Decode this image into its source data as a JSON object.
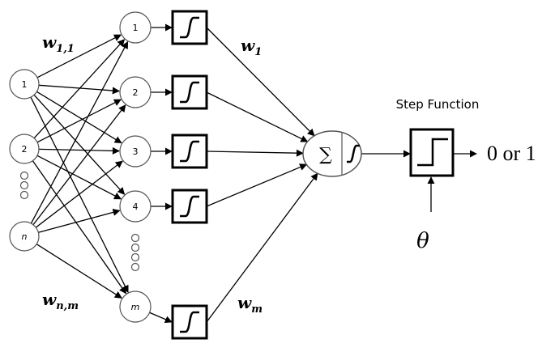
{
  "diagram": {
    "input_nodes": [
      "1",
      "2",
      "n"
    ],
    "input_ellipsis": "…",
    "hidden_nodes": [
      "1",
      "2",
      "3",
      "4",
      "m"
    ],
    "hidden_ellipsis": "…",
    "weight_labels": {
      "w11": {
        "base": "w",
        "sub": "1,1"
      },
      "wnm": {
        "base": "w",
        "sub": "n,m"
      },
      "w1": {
        "base": "w",
        "sub": "1"
      },
      "wm": {
        "base": "w",
        "sub": "m"
      }
    },
    "summation": {
      "symbol": "∑"
    },
    "step_function": {
      "title": "Step Function"
    },
    "threshold": "θ",
    "output": "0 or 1"
  }
}
